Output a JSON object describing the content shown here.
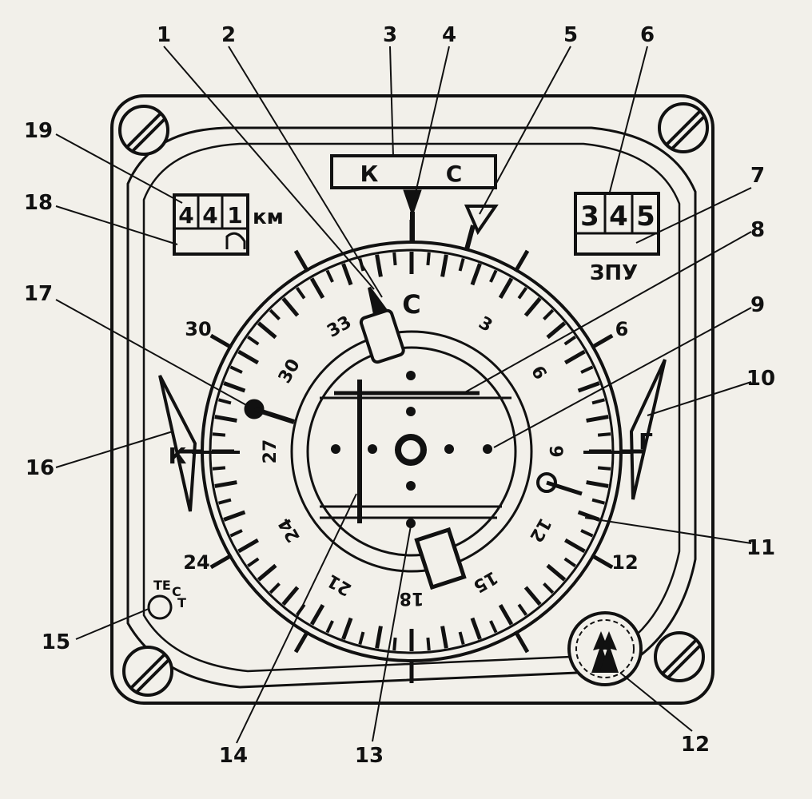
{
  "callouts": {
    "n1": "1",
    "n2": "2",
    "n3": "3",
    "n4": "4",
    "n5": "5",
    "n6": "6",
    "n7": "7",
    "n8": "8",
    "n9": "9",
    "n10": "10",
    "n11": "11",
    "n12": "12",
    "n13": "13",
    "n14": "14",
    "n15": "15",
    "n16": "16",
    "n17": "17",
    "n18": "18",
    "n19": "19"
  },
  "mode_window": {
    "left": "К",
    "right": "С"
  },
  "distance_counter": {
    "digits": [
      "4",
      "4",
      "1"
    ],
    "unit": "км"
  },
  "course_counter": {
    "digits": [
      "3",
      "4",
      "5"
    ],
    "label": "ЗПУ"
  },
  "outer_scale": {
    "n30": "30",
    "n24": "24",
    "n12": "12",
    "n6": "6"
  },
  "inner_card": {
    "north": "С",
    "n33": "33",
    "n30": "30",
    "n27": "27",
    "n24": "24",
    "n21": "21",
    "n18": "18",
    "n15": "15",
    "n12": "12",
    "n9": "9",
    "n6": "6",
    "n3": "3"
  },
  "flags": {
    "left": "К",
    "right": "Г"
  },
  "test_button": {
    "label_a": "ТЕ",
    "label_b": "С",
    "label_c": "Т"
  },
  "colors": {
    "ink": "#111111",
    "paper": "#f2f0ea"
  }
}
